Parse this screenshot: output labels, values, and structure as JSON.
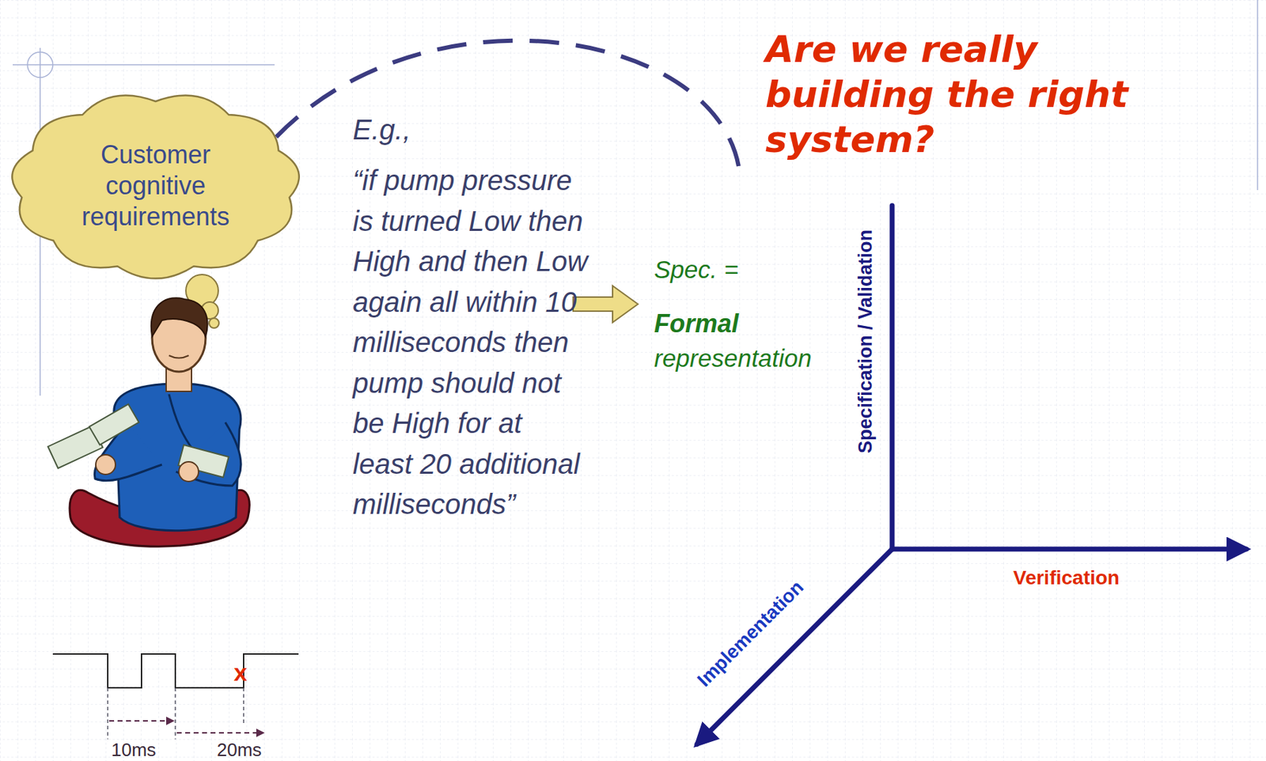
{
  "diagram": {
    "title": "Are we really building the right system?",
    "nodes": [
      {
        "text": [
          "Customer cognitive requirements"
        ]
      }
    ],
    "labels": [
      "E.g.,",
      "“if pump pressure is turned Low then High and then Low again all within 10 milliseconds then pump should not be High for at least 20 additional milliseconds”",
      "Spec. =",
      "Formal",
      "representation",
      "Specification / Validation",
      "Verification",
      "Implementation",
      "x",
      "10ms",
      "20ms"
    ]
  }
}
